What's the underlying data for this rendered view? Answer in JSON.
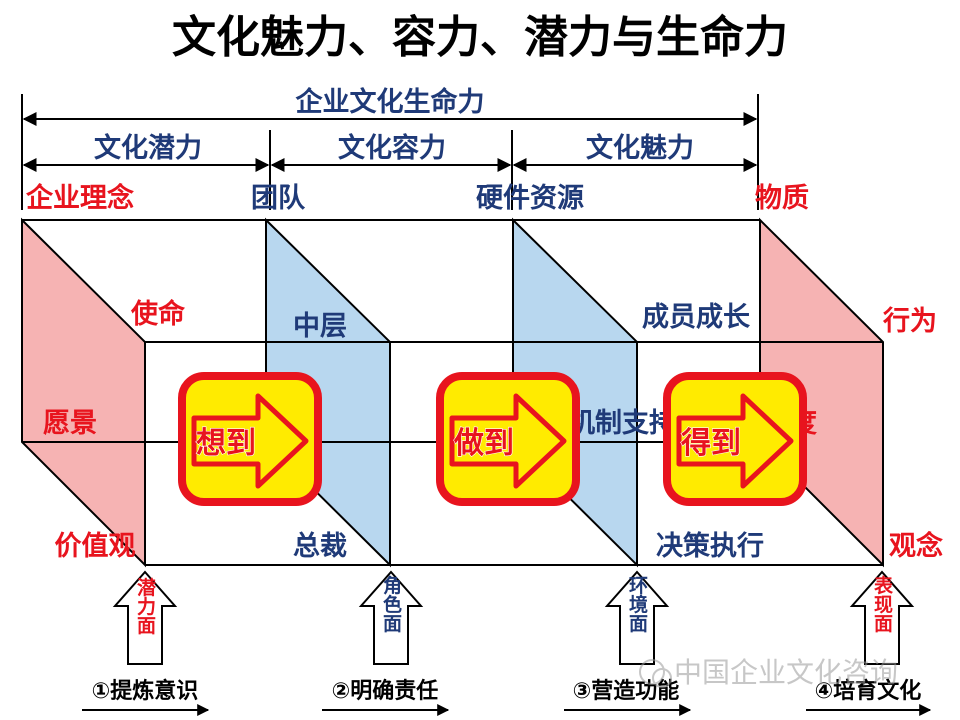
{
  "title": "文化魅力、容力、潜力与生命力",
  "top_span": "企业文化生命力",
  "segments": [
    "文化潜力",
    "文化容力",
    "文化魅力"
  ],
  "column_heads": [
    "企业理念",
    "团队",
    "硬件资源",
    "物质"
  ],
  "panels": {
    "p1": {
      "top": "使命",
      "mid": "愿景",
      "bottom": "价值观"
    },
    "p2": {
      "top": "中层",
      "bottom": "总裁"
    },
    "p3": {
      "top": "成员成长",
      "mid": "机制支持",
      "bottom": "决策执行"
    },
    "p4": {
      "top": "行为",
      "mid": "制度",
      "bottom": "观念"
    }
  },
  "arrows": [
    "想到",
    "做到",
    "得到"
  ],
  "bottom_arrows": [
    {
      "label": "潜力面",
      "step": "①提炼意识"
    },
    {
      "label": "角色面",
      "step": "②明确责任"
    },
    {
      "label": "环境面",
      "step": "③营造功能"
    },
    {
      "label": "表现面",
      "step": "④培育文化"
    }
  ],
  "watermark": "中国企业文化咨询",
  "colors": {
    "title": "#000000",
    "navy": "#1f3a78",
    "red": "#e8141e",
    "pink_face": "#f6b3b3",
    "blue_face": "#b8d7ef",
    "arrow_fill": "#ffeb00",
    "arrow_border": "#e8141e"
  }
}
